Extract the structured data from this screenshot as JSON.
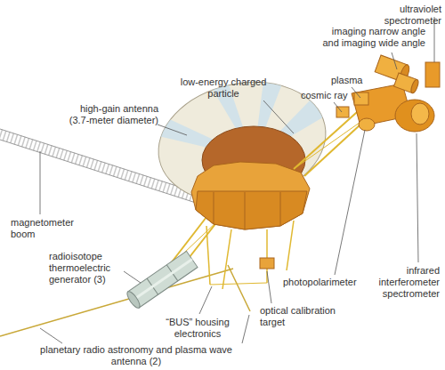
{
  "diagram": {
    "labels": [
      "ultraviolet spectrometer",
      "imaging narrow angle and imaging wide angle",
      "plasma",
      "cosmic ray",
      "low-energy charged particle",
      "high-gain antenna (3.7-meter diameter)",
      "magnetometer boom",
      "photopolarimeter",
      "infrared interferometer spectrometer",
      "radioisotope thermoelectric generator (3)",
      "optical calibration target",
      "“BUS” housing electronics",
      "planetary radio astronomy and plasma wave antenna (2)"
    ]
  }
}
